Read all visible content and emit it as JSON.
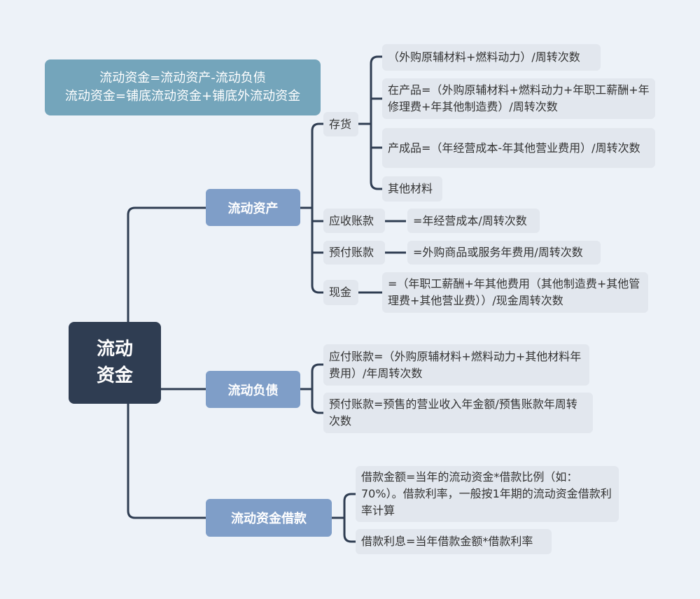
{
  "formula_box": {
    "line1": "流动资金=流动资产-流动负债",
    "line2": "流动资金=铺底流动资金+铺底外流动资金"
  },
  "root": {
    "line1": "流动",
    "line2": "资金"
  },
  "current_assets": {
    "label": "流动资产",
    "inventory": {
      "label": "存货",
      "items": [
        "（外购原辅材料+燃料动力）/周转次数",
        "在产品=（外购原辅材料+燃料动力+年职工薪酬+年修理费+年其他制造费）/周转次数",
        "产成品=（年经营成本-年其他营业费用）/周转次数",
        "其他材料"
      ]
    },
    "receivables": {
      "label": "应收账款",
      "formula": "=年经营成本/周转次数"
    },
    "prepayments": {
      "label": "预付账款",
      "formula": "=外购商品或服务年费用/周转次数"
    },
    "cash": {
      "label": "现金",
      "formula": "=（年职工薪酬+年其他费用（其他制造费+其他管理费+其他营业费））/现金周转次数"
    }
  },
  "current_liabilities": {
    "label": "流动负债",
    "items": [
      "应付账款=（外购原辅材料+燃料动力+其他材料年费用）/年周转次数",
      "预付账款=预售的营业收入年金额/预售账款年周转次数"
    ]
  },
  "working_capital_loan": {
    "label": "流动资金借款",
    "items": [
      "借款金额=当年的流动资金*借款比例（如：70%）。借款利率，一般按1年期的流动资金借款利率计算",
      "借款利息=当年借款金额*借款利率"
    ]
  },
  "colors": {
    "background": "#edf2f8",
    "root": "#2f3d52",
    "level1": "#7f9ec8",
    "formula": "#74a5bb",
    "leaf": "#e2e7ee",
    "line": "#2f3d52"
  }
}
